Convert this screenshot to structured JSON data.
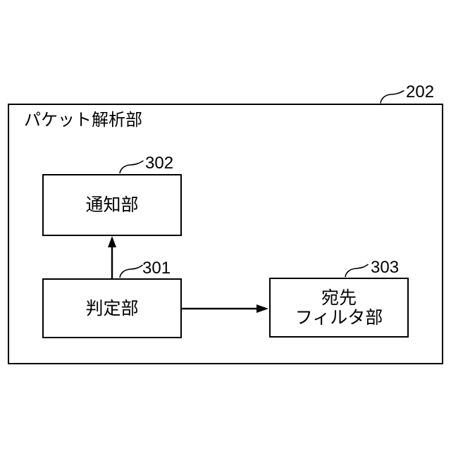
{
  "figure": {
    "outer": {
      "label": "パケット解析部",
      "ref": "202"
    },
    "nodes": [
      {
        "id": "notification-unit",
        "label": "通知部",
        "ref": "302"
      },
      {
        "id": "determination-unit",
        "label": "判定部",
        "ref": "301"
      },
      {
        "id": "destination-filter-unit",
        "label": "宛先\nフィルタ部",
        "ref": "303"
      }
    ],
    "connections": [
      {
        "from": "determination-unit",
        "to": "notification-unit",
        "type": "arrow",
        "direction": "up"
      },
      {
        "from": "determination-unit",
        "to": "destination-filter-unit",
        "type": "arrow",
        "direction": "right"
      }
    ],
    "colors": {
      "line": "#000000",
      "background": "#ffffff"
    }
  }
}
